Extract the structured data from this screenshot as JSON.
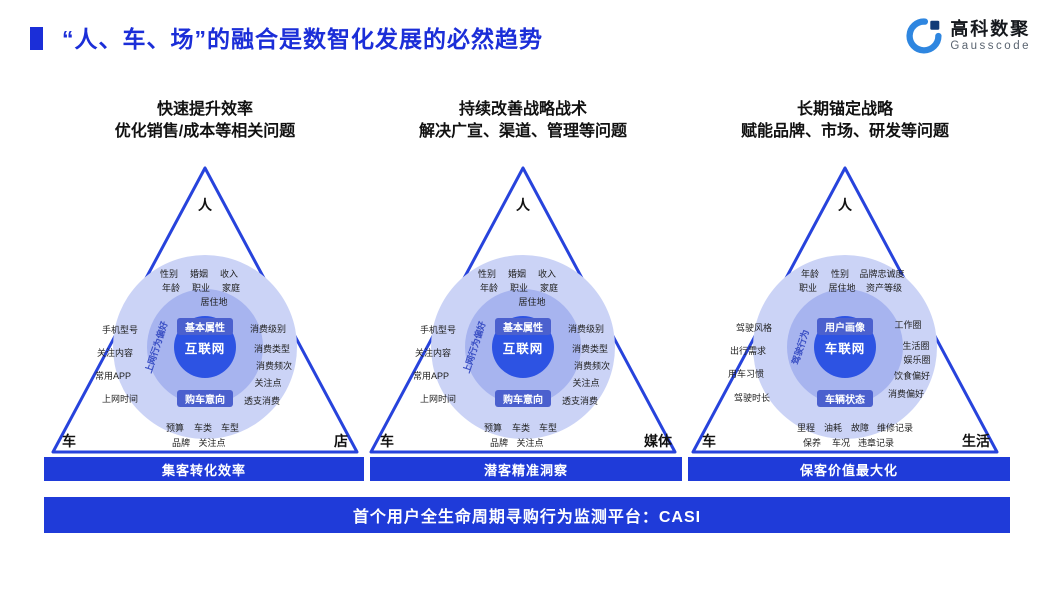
{
  "header": {
    "title": "“人、车、场”的融合是数智化发展的必然趋势",
    "logo_name": "高科数聚",
    "logo_sub": "Gausscode"
  },
  "colors": {
    "title_blue": "#1B2ED8",
    "bar_blue": "#1F3BD9",
    "triangle_stroke": "#2743DC",
    "circle_outer": "#CBD3F6",
    "circle_middle": "#A7B4EF",
    "circle_core": "#2D53E3",
    "pill_blue": "#4B60CE"
  },
  "columns": [
    {
      "heading1": "快速提升效率",
      "heading2": "优化销售/成本等相关问题",
      "apex": "人",
      "left_vertex": "车",
      "right_vertex": "店",
      "center": "互联网",
      "pill_top": "基本属性",
      "pill_bottom": "购车意向",
      "rotated": "上网行为偏好",
      "top_rows": [
        [
          "性别",
          "婚姻",
          "收入"
        ],
        [
          "年龄",
          "职业",
          "家庭"
        ],
        [
          "居住地"
        ]
      ],
      "left_labels": [
        "手机型号",
        "关注内容",
        "常用APP",
        "上网时间"
      ],
      "right_labels": [
        "消费级别",
        "消费类型",
        "消费频次",
        "关注点",
        "透支消费"
      ],
      "bottom_rows": [
        [
          "预算",
          "车类",
          "车型"
        ],
        [
          "品牌",
          "关注点"
        ]
      ],
      "bar": "集客转化效率"
    },
    {
      "heading1": "持续改善战略战术",
      "heading2": "解决广宣、渠道、管理等问题",
      "apex": "人",
      "left_vertex": "车",
      "right_vertex": "媒体",
      "center": "互联网",
      "pill_top": "基本属性",
      "pill_bottom": "购车意向",
      "rotated": "上网行为偏好",
      "top_rows": [
        [
          "性别",
          "婚姻",
          "收入"
        ],
        [
          "年龄",
          "职业",
          "家庭"
        ],
        [
          "居住地"
        ]
      ],
      "left_labels": [
        "手机型号",
        "关注内容",
        "常用APP",
        "上网时间"
      ],
      "right_labels": [
        "消费级别",
        "消费类型",
        "消费频次",
        "关注点",
        "透支消费"
      ],
      "bottom_rows": [
        [
          "预算",
          "车类",
          "车型"
        ],
        [
          "品牌",
          "关注点"
        ]
      ],
      "bar": "潜客精准洞察"
    },
    {
      "heading1": "长期锚定战略",
      "heading2": "赋能品牌、市场、研发等问题",
      "apex": "人",
      "left_vertex": "车",
      "right_vertex": "生活",
      "center": "车联网",
      "pill_top": "用户画像",
      "pill_bottom": "车辆状态",
      "rotated": "驾驶行为",
      "top_rows": [
        [
          "年龄",
          "性别",
          "品牌忠诚度"
        ],
        [
          "职业",
          "居住地",
          "资产等级"
        ]
      ],
      "left_labels": [
        "驾驶风格",
        "出行需求",
        "用车习惯",
        "驾驶时长"
      ],
      "right_labels": [
        "工作圈",
        "生活圈",
        "娱乐圈",
        "饮食偏好",
        "消费偏好"
      ],
      "bottom_rows": [
        [
          "里程",
          "油耗",
          "故障",
          "维修记录"
        ],
        [
          "保养",
          "车况",
          "违章记录"
        ]
      ],
      "bar": "保客价值最大化"
    }
  ],
  "footer": "首个用户全生命周期寻购行为监测平台：CASI"
}
